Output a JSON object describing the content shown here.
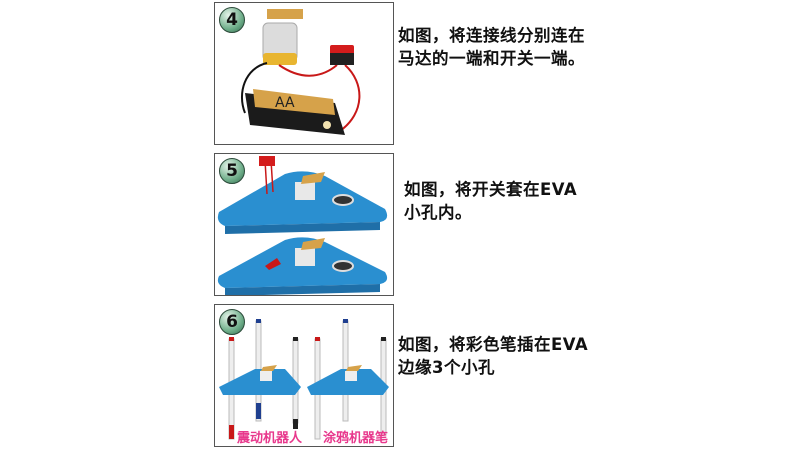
{
  "steps": [
    {
      "number": "4",
      "text_line1": "如图，将连接线分别连在",
      "text_line2": "马达的一端和开关一端。",
      "battery_label": "AA"
    },
    {
      "number": "5",
      "text_line1": "如图，将开关套在EVA",
      "text_line2": "小孔内。"
    },
    {
      "number": "6",
      "text_line1": "如图，将彩色笔插在EVA",
      "text_line2": "边缘3个小孔",
      "label_left": "震动机器人",
      "label_right": "涂鸦机器笔"
    }
  ],
  "colors": {
    "base": "#2a8fd0",
    "wire_red": "#d01818",
    "pink_label": "#e8388c"
  }
}
